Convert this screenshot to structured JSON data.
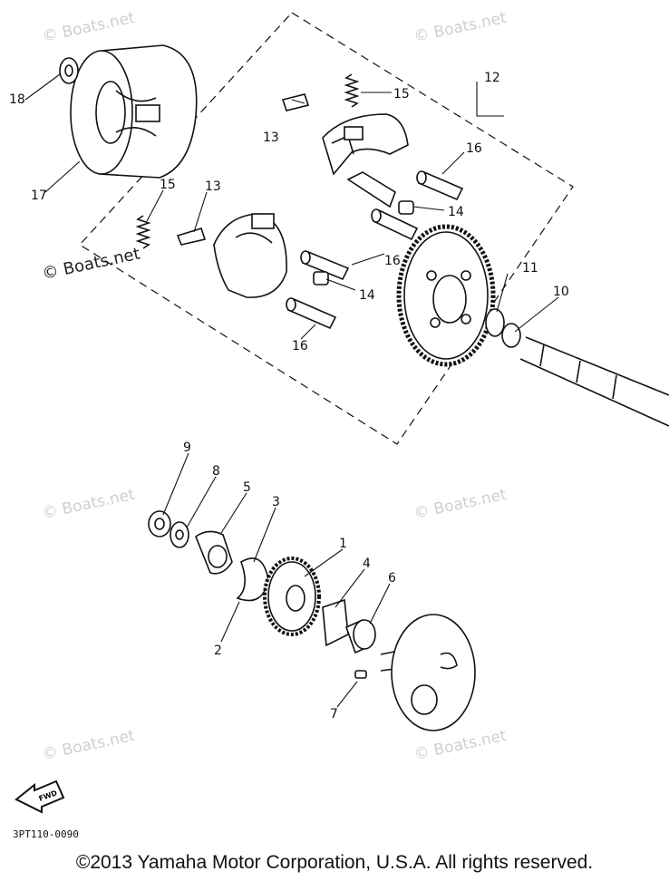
{
  "watermarks": [
    "© Boats.net",
    "© Boats.net",
    "© Boats.net",
    "© Boats.net",
    "© Boats.net",
    "© Boats.net",
    "© Boats.net"
  ],
  "fwd_label": "FWD",
  "diagram_code": "3PT110-0090",
  "copyright": "©2013 Yamaha Motor Corporation, U.S.A. All rights reserved.",
  "callouts": [
    "1",
    "2",
    "3",
    "4",
    "5",
    "6",
    "7",
    "8",
    "9",
    "10",
    "11",
    "12",
    "13",
    "13",
    "14",
    "14",
    "15",
    "15",
    "16",
    "16",
    "16",
    "17",
    "18"
  ]
}
